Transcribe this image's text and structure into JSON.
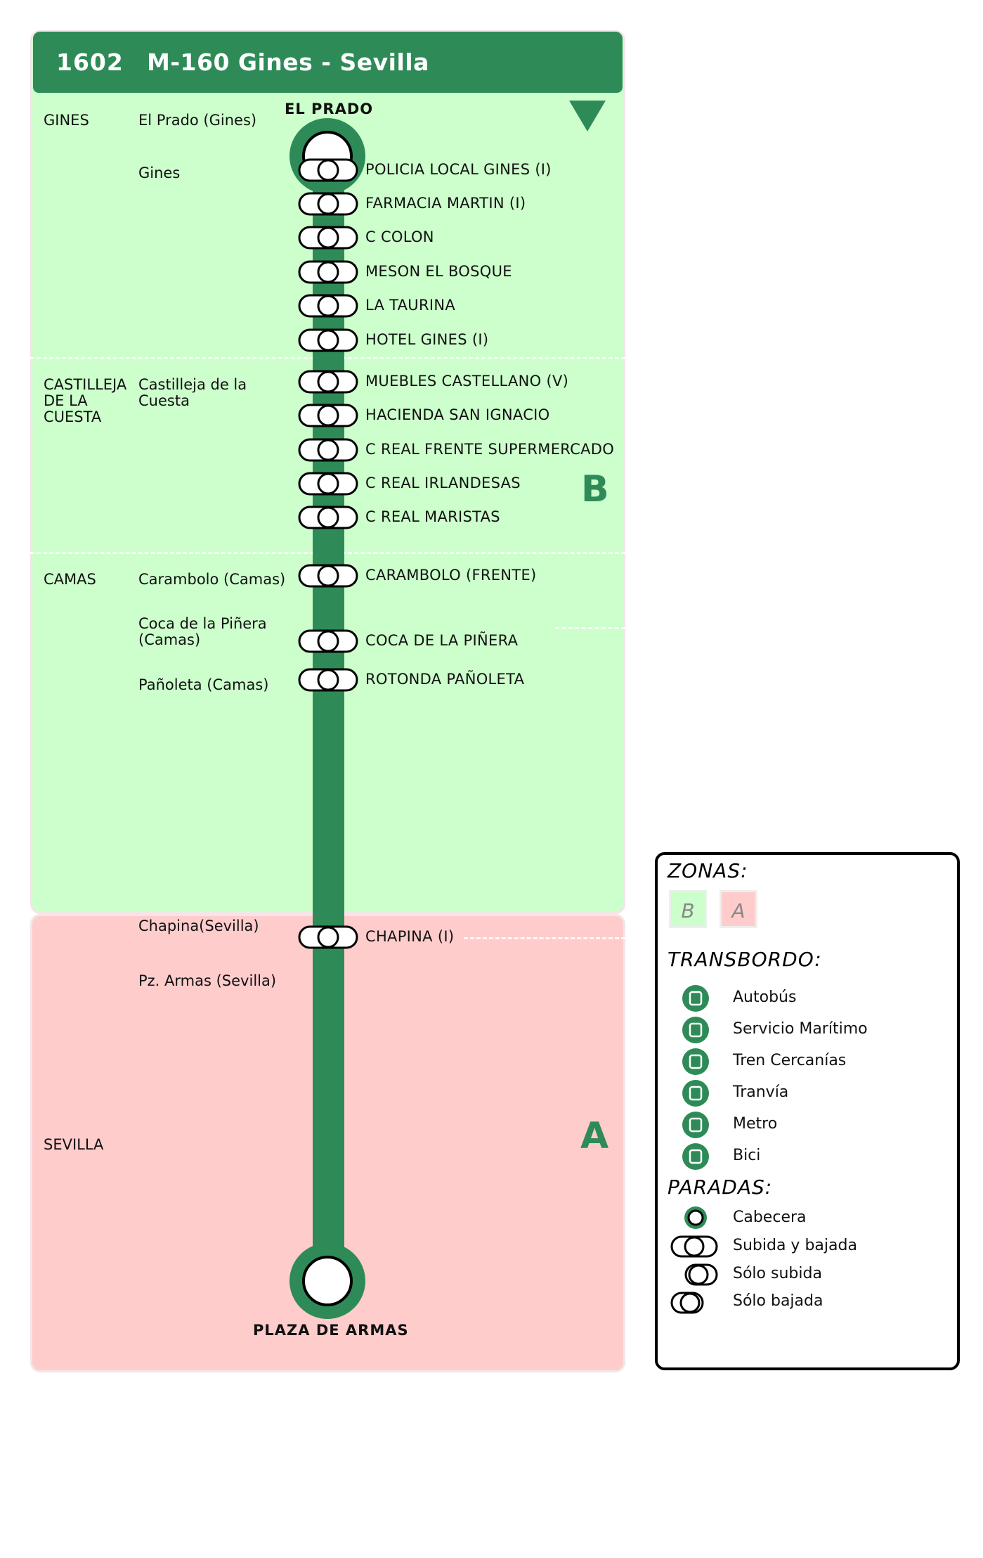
{
  "header": {
    "code": "1602",
    "title": "M-160  Gines - Sevilla"
  },
  "colors": {
    "line": "#2e8b57",
    "zone_b": "#ccffcc",
    "zone_a": "#ffcccc"
  },
  "zones": {
    "b_label": "B",
    "a_label": "A"
  },
  "terminals": {
    "start": "EL PRADO",
    "end": "PLAZA DE ARMAS"
  },
  "direction_icon": "triangle-down-icon",
  "municipios": [
    "GINES",
    "CASTILLEJA DE LA CUESTA",
    "CAMAS",
    "SEVILLA"
  ],
  "nucleos": [
    "El Prado (Gines)",
    "Gines",
    "Castilleja de la Cuesta",
    "Carambolo (Camas)",
    "Coca de la Piñera (Camas)",
    "Pañoleta (Camas)",
    "Chapina(Sevilla)",
    "Pz. Armas (Sevilla)"
  ],
  "stops": [
    "POLICIA LOCAL GINES (I)",
    "FARMACIA MARTIN (I)",
    "C COLON",
    "MESON EL BOSQUE",
    "LA TAURINA",
    "HOTEL GINES (I)",
    "MUEBLES CASTELLANO (V)",
    "HACIENDA SAN IGNACIO",
    "C REAL FRENTE SUPERMERCADO",
    "C REAL IRLANDESAS",
    "C REAL MARISTAS",
    "CARAMBOLO (FRENTE)",
    "COCA DE LA PIÑERA",
    "ROTONDA PAÑOLETA",
    "CHAPINA (I)"
  ],
  "legend": {
    "zonas_title": "ZONAS:",
    "zona_b": "B",
    "zona_a": "A",
    "transbordo_title": "TRANSBORDO:",
    "transbordo": [
      {
        "label": "Autobús",
        "icon": "bus-icon"
      },
      {
        "label": "Servicio Marítimo",
        "icon": "boat-icon"
      },
      {
        "label": "Tren Cercanías",
        "icon": "train-icon"
      },
      {
        "label": "Tranvía",
        "icon": "tram-icon"
      },
      {
        "label": "Metro",
        "icon": "metro-icon"
      },
      {
        "label": "Bici",
        "icon": "bike-icon"
      }
    ],
    "paradas_title": "PARADAS:",
    "paradas": [
      {
        "label": "Cabecera",
        "icon": "terminal-stop-icon"
      },
      {
        "label": "Subida y bajada",
        "icon": "board-alight-stop-icon"
      },
      {
        "label": "Sólo subida",
        "icon": "board-only-stop-icon"
      },
      {
        "label": "Sólo bajada",
        "icon": "alight-only-stop-icon"
      }
    ]
  }
}
